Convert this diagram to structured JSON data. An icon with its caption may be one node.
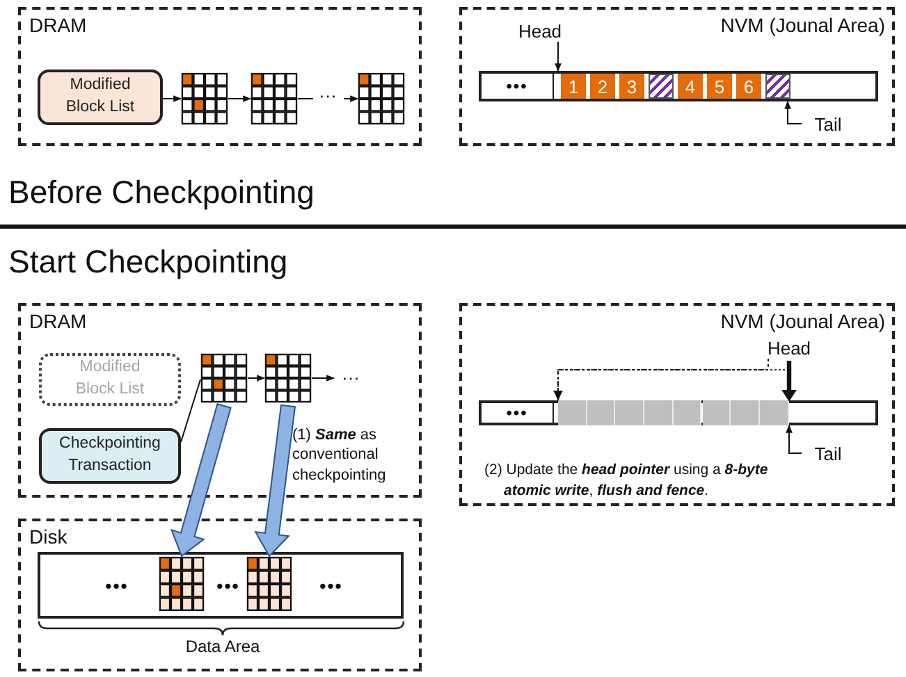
{
  "diagram": {
    "nodes": [
      {
        "text": [
          "DRAM"
        ]
      },
      {
        "text": [
          "Modified Block List"
        ],
        "in": 0
      },
      {
        "text": [],
        "shape": "box",
        "in": 0
      },
      {
        "text": [],
        "shape": "box",
        "in": 0
      },
      {
        "text": [],
        "shape": "box",
        "in": 0
      },
      {
        "text": [
          "NVM (Jounal Area)"
        ]
      },
      {
        "text": [
          "•••"
        ],
        "in": 5
      },
      {
        "text": [
          "1"
        ],
        "in": 6
      },
      {
        "text": [
          "2"
        ],
        "in": 6
      },
      {
        "text": [
          "3"
        ],
        "in": 6
      },
      {
        "text": [],
        "shape": "box",
        "in": 6
      },
      {
        "text": [
          "4"
        ],
        "in": 6
      },
      {
        "text": [
          "5"
        ],
        "in": 6
      },
      {
        "text": [
          "6"
        ],
        "in": 6
      },
      {
        "text": [],
        "shape": "box",
        "in": 6
      },
      {
        "text": [
          "Head"
        ],
        "in": 5
      },
      {
        "text": [
          "Tail"
        ],
        "in": 5
      },
      {
        "text": [
          "DRAM"
        ]
      },
      {
        "text": [
          "Modified Block List"
        ],
        "in": 17
      },
      {
        "text": [
          "Checkpointing Transaction"
        ],
        "in": 17
      },
      {
        "text": [],
        "shape": "box",
        "in": 17
      },
      {
        "text": [],
        "shape": "box",
        "in": 17
      },
      {
        "text": [
          "NVM (Jounal Area)"
        ]
      },
      {
        "text": [
          "•••"
        ],
        "in": 22
      },
      {
        "text": [],
        "shape": "box",
        "in": 23
      },
      {
        "text": [],
        "shape": "box",
        "in": 23
      },
      {
        "text": [],
        "shape": "box",
        "in": 23
      },
      {
        "text": [],
        "shape": "box",
        "in": 23
      },
      {
        "text": [],
        "shape": "box",
        "in": 23
      },
      {
        "text": [],
        "shape": "box",
        "in": 23
      },
      {
        "text": [],
        "shape": "box",
        "in": 23
      },
      {
        "text": [],
        "shape": "box",
        "in": 23
      },
      {
        "text": [
          "Head"
        ],
        "in": 22
      },
      {
        "text": [
          "Tail"
        ],
        "in": 22
      },
      {
        "text": [
          "Disk"
        ]
      },
      {
        "text": [
          "•••",
          "•••",
          "•••"
        ],
        "in": 34
      },
      {
        "text": [],
        "shape": "box",
        "in": 35
      },
      {
        "text": [],
        "shape": "box",
        "in": 35
      },
      {
        "text": [
          "···"
        ],
        "in": 17
      }
    ],
    "edges": [
      {
        "from": 1,
        "to": 2,
        "arrow": "to"
      },
      {
        "from": 2,
        "to": 3,
        "arrow": "to"
      },
      {
        "from": 3,
        "to": 4,
        "arrow": "to",
        "label": "···"
      },
      {
        "from": 15,
        "to": 6,
        "arrow": "to"
      },
      {
        "from": 16,
        "to": 6,
        "arrow": "to"
      },
      {
        "from": 19,
        "to": 20,
        "arrow": "none"
      },
      {
        "from": 20,
        "to": 21,
        "arrow": "to"
      },
      {
        "from": 21,
        "to": 38,
        "arrow": "to"
      },
      {
        "from": 20,
        "to": 36,
        "arrow": "to",
        "style": "thick",
        "color": "#8db3e2"
      },
      {
        "from": 21,
        "to": 37,
        "arrow": "to",
        "style": "thick",
        "color": "#8db3e2"
      },
      {
        "from": 32,
        "to": 23,
        "arrow": "to",
        "style": "thick"
      },
      {
        "from": 33,
        "to": 23,
        "arrow": "to"
      },
      {
        "from": 32,
        "to": 24,
        "arrow": "to",
        "style": "dashed"
      }
    ],
    "labels": [
      "Before Checkpointing",
      "Start Checkpointing",
      "(1) **Same** as conventional checkpointing",
      "(2) Update the **head pointer** using a **8-byte atomic write**, **flush and fence**.",
      "Data Area"
    ]
  }
}
